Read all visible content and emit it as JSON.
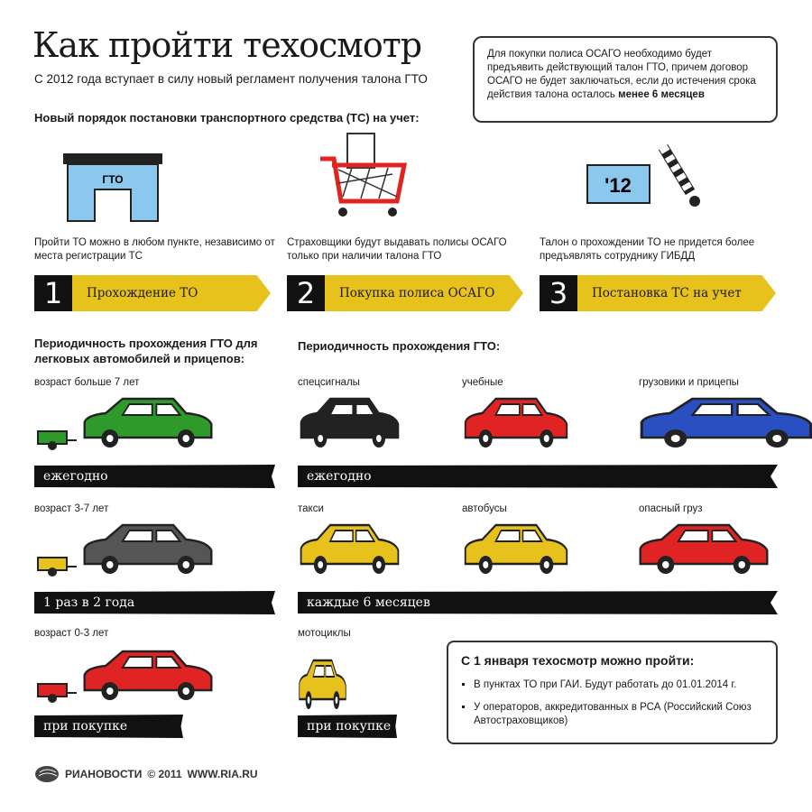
{
  "title": "Как пройти техосмотр",
  "subtitle": "С 2012 года вступает в силу новый регламент получения талона ГТО",
  "note": {
    "text": "Для покупки полиса ОСАГО необходимо будет предъявить действующий талон ГТО, причем договор ОСАГО не будет заключаться, если до истечения срока действия талона осталось",
    "bold": "менее 6 месяцев"
  },
  "section_heading": "Новый порядок постановки транспортного средства (ТС) на учет:",
  "icons": {
    "gto_sign": "ГТО",
    "ticket": "'12"
  },
  "steps": [
    {
      "num": "1",
      "label": "Прохождение ТО",
      "caption": "Пройти ТО можно в любом пункте, независимо от места регистрации ТС"
    },
    {
      "num": "2",
      "label": "Покупка полиса ОСАГО",
      "caption": "Страховщики будут выдавать полисы ОСАГО только при наличии талона ГТО"
    },
    {
      "num": "3",
      "label": "Постановка ТС на учет",
      "caption": "Талон о прохождении ТО не придется более предъявлять сотруднику ГИБДД"
    }
  ],
  "left": {
    "heading": "Периодичность прохождения ГТО для легковых автомобилей и прицепов:",
    "rows": [
      {
        "label": "возраст больше 7 лет",
        "bar": "ежегодно",
        "color": "#2e9a2a"
      },
      {
        "label": "возраст 3-7 лет",
        "bar": "1 раз в 2 года",
        "color": "#555555"
      },
      {
        "label": "возраст 0-3 лет",
        "bar": "при покупке",
        "color": "#e02424"
      }
    ]
  },
  "right": {
    "heading": "Периодичность прохождения ГТО:",
    "vehicles": [
      {
        "label": "спецсигналы",
        "color": "#222222"
      },
      {
        "label": "учебные",
        "color": "#e02424"
      },
      {
        "label": "грузовики и прицепы",
        "color": "#2a4fc0"
      },
      {
        "label": "такси",
        "color": "#e8c21c"
      },
      {
        "label": "автобусы",
        "color": "#e8c21c"
      },
      {
        "label": "опасный груз",
        "color": "#e02424"
      },
      {
        "label": "мотоциклы",
        "color": "#e8c21c"
      }
    ],
    "bars": [
      "ежегодно",
      "каждые 6 месяцев",
      "при покупке"
    ]
  },
  "box": {
    "title": "С 1 января техосмотр можно пройти:",
    "items": [
      "В пунктах ТО при ГАИ. Будут работать до 01.01.2014 г.",
      "У операторов, аккредитованных в РСА (Российский Союз Автостраховщиков)"
    ]
  },
  "footer": {
    "brand": "РИАНОВОСТИ",
    "copyright": "© 2011",
    "url": "WWW.RIA.RU"
  },
  "colors": {
    "yellow": "#e8c21c",
    "black": "#111111",
    "green": "#2e9a2a",
    "blue": "#8cc8ee"
  }
}
